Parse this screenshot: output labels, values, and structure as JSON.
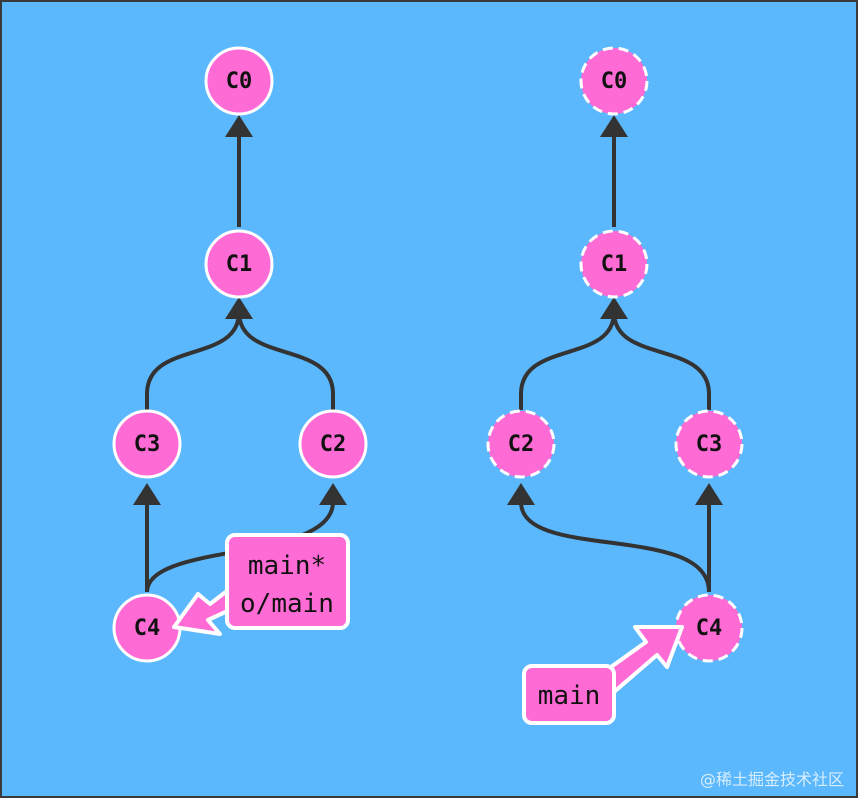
{
  "colors": {
    "background": "#5cb8fd",
    "commit_fill": "#ff6bd5",
    "commit_stroke": "#ffffff",
    "edge": "#333333",
    "branch_fill": "#ff6bd5"
  },
  "left_graph": {
    "commits": [
      "C0",
      "C1",
      "C3",
      "C2",
      "C4"
    ],
    "branch_labels": [
      "main*",
      "o/main"
    ]
  },
  "right_graph": {
    "commits": [
      "C0",
      "C1",
      "C2",
      "C3",
      "C4"
    ],
    "branch_labels": [
      "main"
    ]
  },
  "watermark": "@稀土掘金技术社区"
}
